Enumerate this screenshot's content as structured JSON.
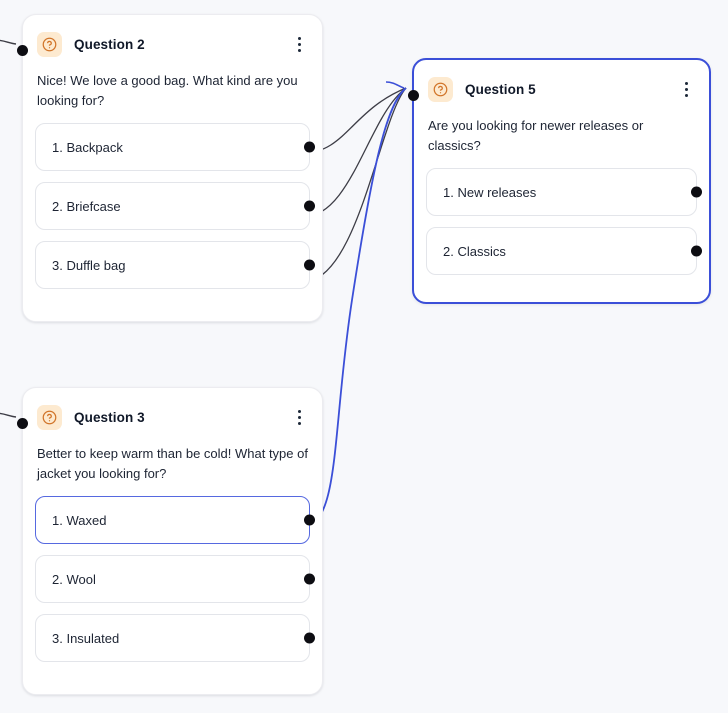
{
  "canvas": {
    "background_color": "#f7f8fb",
    "accent_color": "#3b4fd8",
    "badge_bg_color": "#fdead0",
    "badge_icon_color": "#d1752a",
    "handle_color": "#0d0d12",
    "edge_color": "#3d3d46",
    "edge_highlight_color": "#3b4fd8"
  },
  "icons": {
    "question_badge": "question-circle-icon",
    "menu": "more-vertical-icon"
  },
  "nodes": [
    {
      "id": "question-2",
      "title": "Question 2",
      "prompt": "Nice! We love a good bag. What kind are you looking for?",
      "selected": false,
      "options": [
        {
          "label": "1. Backpack",
          "active": false
        },
        {
          "label": "2. Briefcase",
          "active": false
        },
        {
          "label": "3. Duffle bag",
          "active": false
        }
      ]
    },
    {
      "id": "question-5",
      "title": "Question 5",
      "prompt": "Are you looking for newer releases or classics?",
      "selected": true,
      "options": [
        {
          "label": "1. New releases",
          "active": false
        },
        {
          "label": "2. Classics",
          "active": false
        }
      ]
    },
    {
      "id": "question-3",
      "title": "Question 3",
      "prompt": "Better to keep warm than be cold! What type of jacket you looking for?",
      "selected": false,
      "options": [
        {
          "label": "1. Waxed",
          "active": true
        },
        {
          "label": "2. Wool",
          "active": false
        },
        {
          "label": "3. Insulated",
          "active": false
        }
      ]
    }
  ],
  "edges": [
    {
      "id": "edge-backpack-to-q5",
      "from": "question-2.option-1",
      "to": "question-5",
      "highlighted": false
    },
    {
      "id": "edge-briefcase-to-q5",
      "from": "question-2.option-2",
      "to": "question-5",
      "highlighted": false
    },
    {
      "id": "edge-duffle-to-q5",
      "from": "question-2.option-3",
      "to": "question-5",
      "highlighted": false
    },
    {
      "id": "edge-waxed-to-q5",
      "from": "question-3.option-1",
      "to": "question-5",
      "highlighted": true
    },
    {
      "id": "edge-incoming-q2",
      "from": "offscreen",
      "to": "question-2",
      "highlighted": false
    },
    {
      "id": "edge-incoming-q3",
      "from": "offscreen",
      "to": "question-3",
      "highlighted": false
    },
    {
      "id": "edge-incoming-q5",
      "from": "offscreen",
      "to": "question-5",
      "highlighted": true
    }
  ]
}
